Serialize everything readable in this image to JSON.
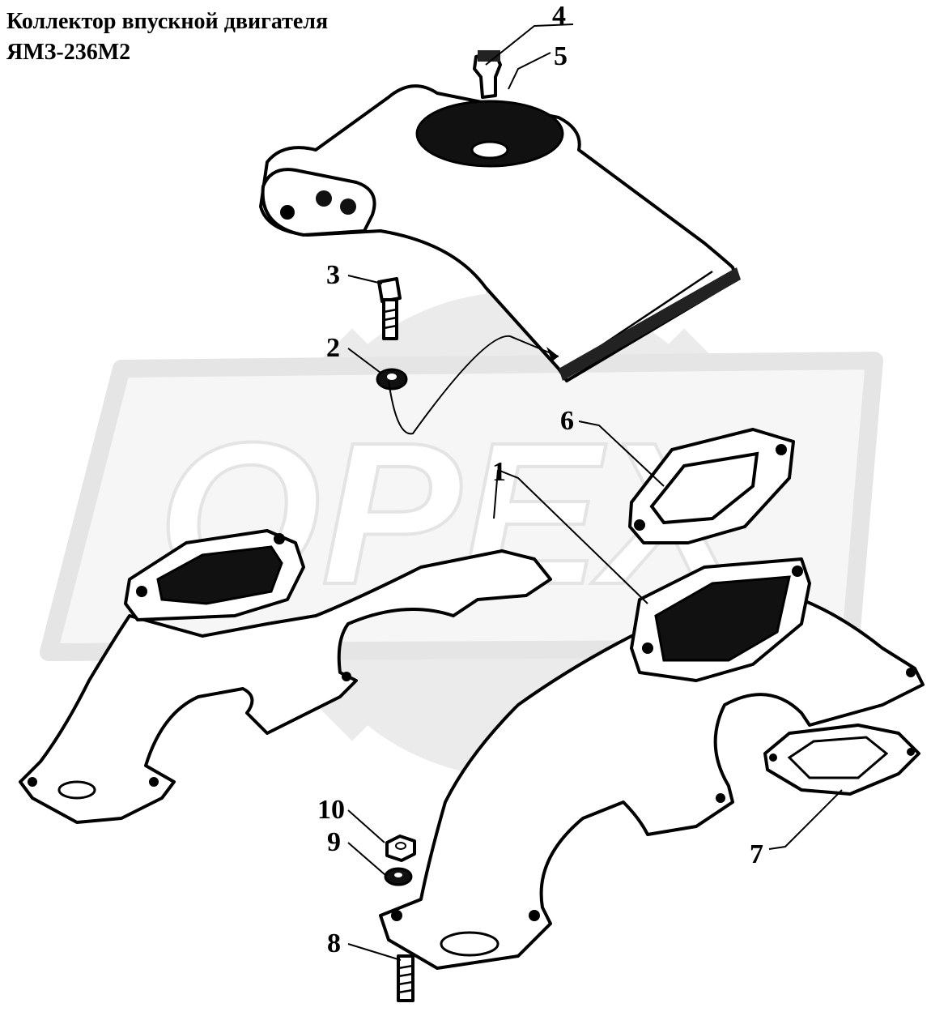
{
  "title": {
    "line1": "Коллектор впускной двигателя",
    "line2": "ЯМЗ-236М2"
  },
  "watermark": {
    "text": "OPEX",
    "color": "#d9d9d9"
  },
  "callouts": [
    {
      "id": "1",
      "part": "intake-manifold"
    },
    {
      "id": "2",
      "part": "washer"
    },
    {
      "id": "3",
      "part": "bolt"
    },
    {
      "id": "4",
      "part": "fitting"
    },
    {
      "id": "5",
      "part": "manifold-connector"
    },
    {
      "id": "6",
      "part": "gasket"
    },
    {
      "id": "7",
      "part": "gasket"
    },
    {
      "id": "8",
      "part": "stud"
    },
    {
      "id": "9",
      "part": "washer"
    },
    {
      "id": "10",
      "part": "nut"
    }
  ]
}
